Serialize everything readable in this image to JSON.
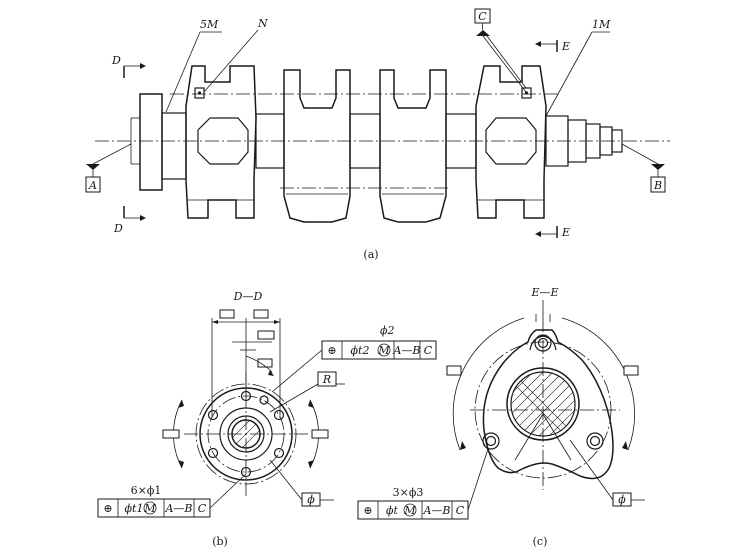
{
  "view_a": {
    "caption": "(a)",
    "label_5m": "5M",
    "label_n": "N",
    "label_1m": "1M",
    "label_c": "C",
    "label_a": "A",
    "label_b": "B",
    "label_d_top": "D",
    "label_d_bottom": "D",
    "label_e_top": "E",
    "label_e_bottom": "E"
  },
  "view_b": {
    "caption": "(b)",
    "section_title": "D—D",
    "label_r": "R",
    "phi2": "ϕ2",
    "frame_top": {
      "symbol": "⊕",
      "tol": "ϕt2",
      "mod": "M",
      "datum1": "A—B",
      "datum2": "C"
    },
    "count_label": "6×ϕ1",
    "frame_bottom": {
      "symbol": "⊕",
      "tol": "ϕt1",
      "mod": "M",
      "datum1": "A—B",
      "datum2": "C"
    },
    "phi_box": "ϕ"
  },
  "view_c": {
    "caption": "(c)",
    "section_title": "E—E",
    "count_label": "3×ϕ3",
    "frame": {
      "symbol": "⊕",
      "tol": "ϕt",
      "mod": "M",
      "datum1": "A—B",
      "datum2": "C"
    },
    "phi_box": "ϕ"
  }
}
